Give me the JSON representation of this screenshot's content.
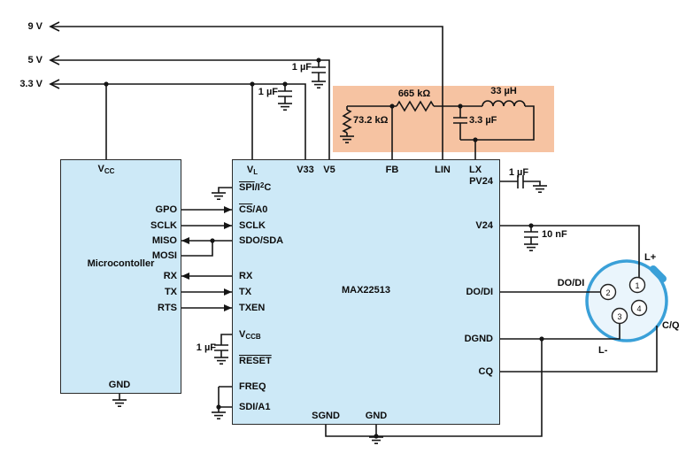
{
  "rails": {
    "v9": "9 V",
    "v5": "5 V",
    "v33": "3.3 V"
  },
  "components": {
    "cap_v5": "1 µF",
    "cap_v33": "1 µF",
    "cap_vccb": "1 µF",
    "cap_pv24": "1 µF",
    "cap_v24": "10 nF",
    "cap_out": "3.3 µF",
    "res_upper": "665 kΩ",
    "res_lower": "73.2 kΩ",
    "ind_out": "33 µH"
  },
  "micro": {
    "title": "Microcontoller",
    "vcc_base": "V",
    "vcc_sub": "CC",
    "gnd": "GND",
    "pins": [
      "GPO",
      "SCLK",
      "MISO",
      "MOSI",
      "RX",
      "TX",
      "RTS"
    ]
  },
  "max": {
    "title": "MAX22513",
    "top": {
      "vl_base": "V",
      "vl_sub": "L",
      "v33": "V33",
      "v5": "V5",
      "fb": "FB",
      "lin": "LIN",
      "lx": "LX"
    },
    "left": {
      "spi_ov": "SPI",
      "spi_slash": "/I",
      "spi_sup": "2",
      "spi_c": "C",
      "cs_ov": "CS",
      "cs_rest": "/A0",
      "sclk": "SCLK",
      "sdo": "SDO/SDA",
      "rx": "RX",
      "tx": "TX",
      "txen": "TXEN",
      "vccb_base": "V",
      "vccb_sub": "CCB",
      "reset": "RESET",
      "freq": "FREQ",
      "sdi": "SDI/A1"
    },
    "right": {
      "pv24": "PV24",
      "v24": "V24",
      "dodi": "DO/DI",
      "dgnd": "DGND",
      "cq": "CQ"
    },
    "bottom": {
      "sgnd": "SGND",
      "gnd": "GND"
    }
  },
  "connector": {
    "p1": "1",
    "p2": "2",
    "p3": "3",
    "p4": "4",
    "lplus": "L+",
    "lminus": "L-",
    "cq_label": "C/Q",
    "dodi_label": "DO/DI"
  },
  "colors": {
    "ic_fill": "#cde9f7",
    "highlight_fill": "#f6c3a2",
    "connector_blue": "#3aa0d8",
    "wire": "#151515"
  }
}
